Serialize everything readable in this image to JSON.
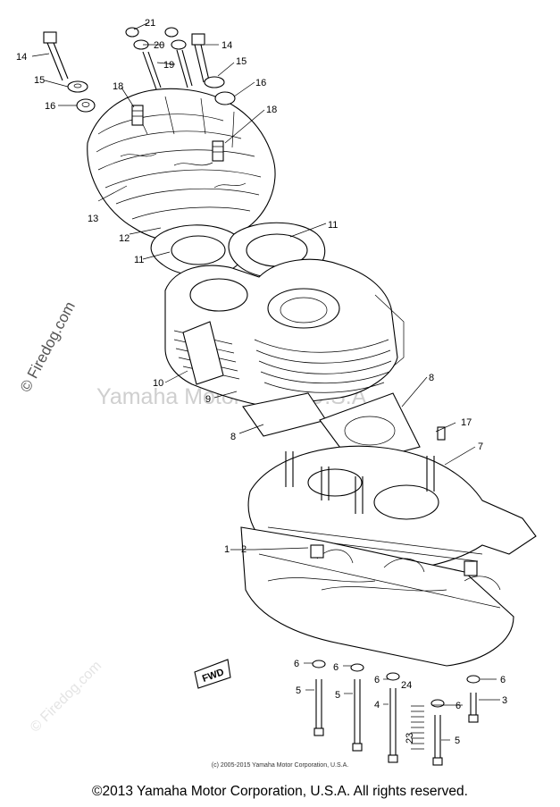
{
  "watermarks": {
    "center": "Yamaha Motor Corp. U.S.A.",
    "firedog_left": "© Firedog.com",
    "firedog_corner": "© Firedog.com"
  },
  "footer": {
    "fine_print": "(c) 2005-2015 Yamaha Motor Corporation, U.S.A.",
    "copyright": "©2013 Yamaha Motor Corporation, U.S.A. All rights reserved."
  },
  "front_marker": "FWD",
  "callouts": [
    {
      "id": "c14a",
      "text": "14"
    },
    {
      "id": "c15a",
      "text": "15"
    },
    {
      "id": "c16a",
      "text": "16"
    },
    {
      "id": "c13",
      "text": "13"
    },
    {
      "id": "c12",
      "text": "12"
    },
    {
      "id": "c11a",
      "text": "11"
    },
    {
      "id": "c11b",
      "text": "11"
    },
    {
      "id": "c10",
      "text": "10"
    },
    {
      "id": "c9",
      "text": "9"
    },
    {
      "id": "c8a",
      "text": "8"
    },
    {
      "id": "c8b",
      "text": "8"
    },
    {
      "id": "c17",
      "text": "17"
    },
    {
      "id": "c7",
      "text": "7"
    },
    {
      "id": "c1",
      "text": "1"
    },
    {
      "id": "c2",
      "text": "2"
    },
    {
      "id": "c21",
      "text": "21"
    },
    {
      "id": "c20",
      "text": "20"
    },
    {
      "id": "c19",
      "text": "19"
    },
    {
      "id": "c14b",
      "text": "14"
    },
    {
      "id": "c15b",
      "text": "15"
    },
    {
      "id": "c16b",
      "text": "16"
    },
    {
      "id": "c18a",
      "text": "18"
    },
    {
      "id": "c18b",
      "text": "18"
    },
    {
      "id": "c6a",
      "text": "6"
    },
    {
      "id": "c6b",
      "text": "6"
    },
    {
      "id": "c6c",
      "text": "6"
    },
    {
      "id": "c6d",
      "text": "6"
    },
    {
      "id": "c6e",
      "text": "6"
    },
    {
      "id": "c5a",
      "text": "5"
    },
    {
      "id": "c5b",
      "text": "5"
    },
    {
      "id": "c5c",
      "text": "5"
    },
    {
      "id": "c4",
      "text": "4"
    },
    {
      "id": "c24",
      "text": "24"
    },
    {
      "id": "c3",
      "text": "3"
    },
    {
      "id": "c23",
      "text": "23"
    }
  ]
}
